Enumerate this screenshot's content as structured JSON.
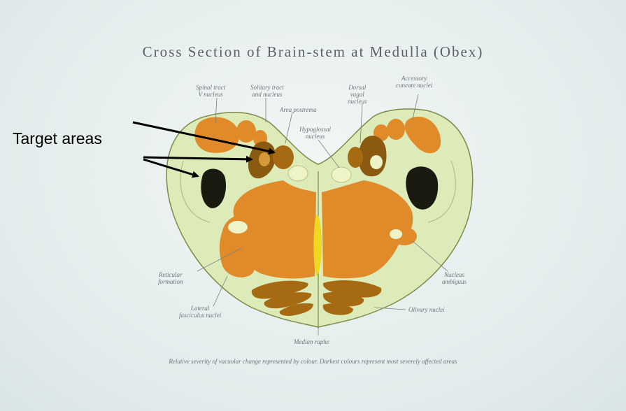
{
  "title": "Cross Section of Brain-stem at Medulla (Obex)",
  "callout": "Target areas",
  "caption": "Relative severity of vacuolar change represented by colour.  Darkest colours represent most severely affected areas",
  "labels": {
    "spinal_tract": "Spinal tract\nV nucleus",
    "solitary": "Solitary tract\nand nucleus",
    "area_postrema": "Area postrema",
    "dorsal_vagal": "Dorsal\nvagal\nnucleus",
    "accessory": "Accessory\ncuneate nuclei",
    "hypoglossal": "Hypoglossal\nnucleus",
    "reticular": "Reticular\nformation",
    "lateral_fasc": "Lateral\nfasciculus nuclei",
    "ambiguus": "Nucleus\nambiguus",
    "olivary": "Olivary nuclei",
    "median_raphe": "Median raphe"
  },
  "colors": {
    "tissue": "#dcebb8",
    "orange": "#e08a2a",
    "dark_orange": "#a66b12",
    "brown": "#8a5a10",
    "black": "#1a1a10",
    "yellow": "#f0d820",
    "pale": "#eef4c8"
  }
}
